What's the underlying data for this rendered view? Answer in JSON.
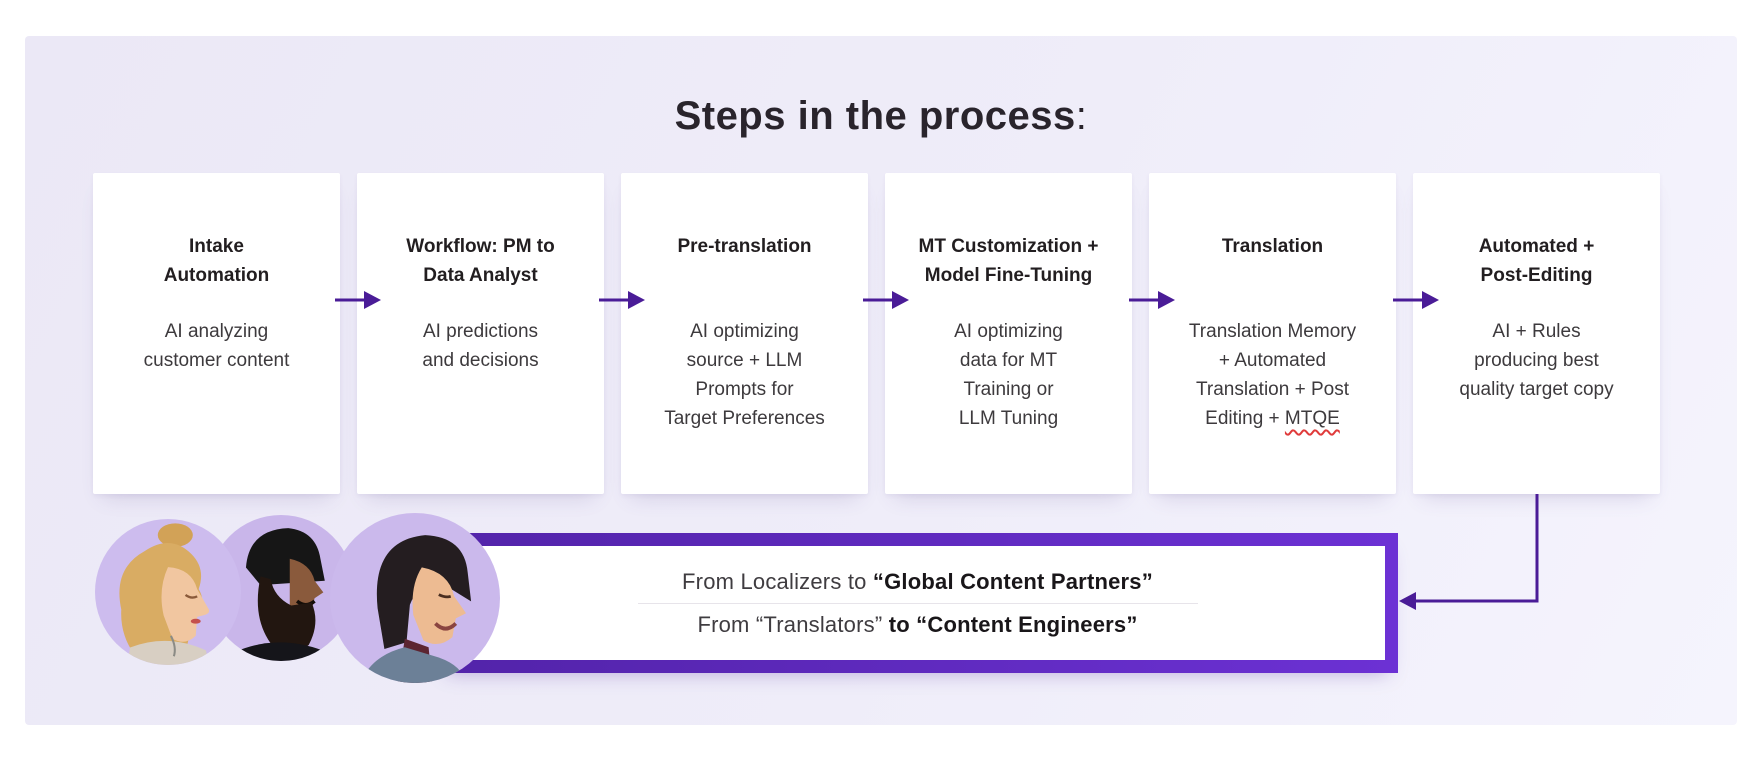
{
  "title": {
    "text": "Steps in the process",
    "colon": ":"
  },
  "cards": [
    {
      "title": "Intake\nAutomation",
      "body": "AI analyzing\ncustomer content"
    },
    {
      "title": "Workflow: PM to\nData Analyst",
      "body": "AI predictions\nand decisions"
    },
    {
      "title": "Pre-translation",
      "body": "AI optimizing\nsource + LLM\nPrompts for\nTarget Preferences"
    },
    {
      "title": "MT Customization +\nModel Fine-Tuning",
      "body": "AI optimizing\ndata for MT\nTraining or\nLLM Tuning"
    },
    {
      "title": "Translation",
      "body_pre": "Translation Memory\n+ Automated\nTranslation + Post\nEditing + ",
      "misspelled_word": "MTQE"
    },
    {
      "title": "Automated +\nPost-Editing",
      "body": "AI + Rules\nproducing  best\nquality target copy"
    }
  ],
  "banner": {
    "line1_regular": "From Localizers to ",
    "line1_bold": "“Global Content Partners”",
    "line2_regular": "From “Translators” ",
    "line2_bold": "to “Content Engineers”"
  },
  "avatars": [
    "blonde-woman-top-knot-profile",
    "bearded-man-black-beanie-profile",
    "smiling-woman-dark-bob-profile"
  ],
  "colors": {
    "accent_purple": "#5b27ba",
    "arrow_purple": "#4a1c97",
    "container_bg": "#edeaf7",
    "card_bg": "#ffffff",
    "avatar_bg": "#cbbaec",
    "misspell_red": "#e03b3b"
  }
}
